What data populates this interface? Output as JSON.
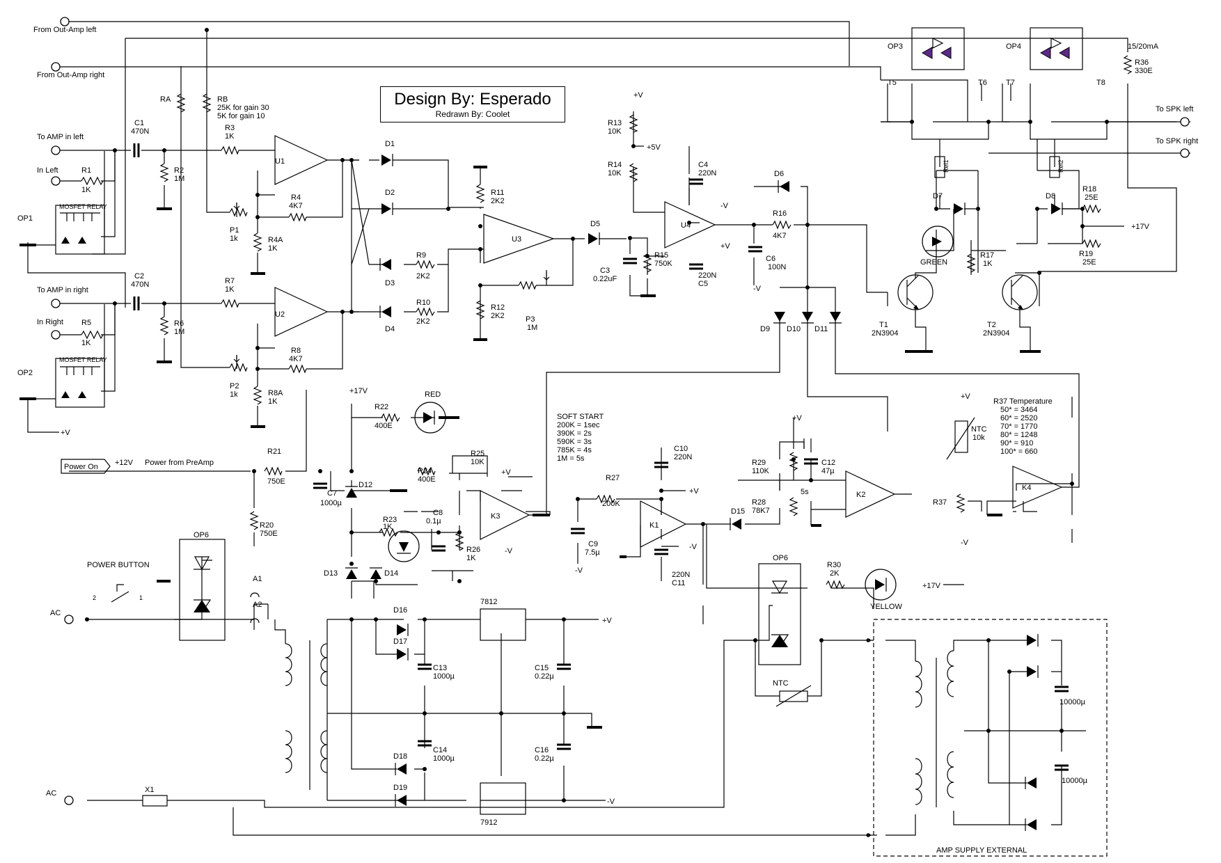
{
  "title": {
    "main": "Design By: Esperado",
    "sub": "Redrawn By: Coolet"
  },
  "io": {
    "out_amp_left": "From Out-Amp left",
    "out_amp_right": "From Out-Amp right",
    "to_amp_left": "To AMP in left",
    "in_left": "In Left",
    "to_amp_right": "To AMP in right",
    "in_right": "In Right",
    "spk_left": "To SPK left",
    "spk_right": "To SPK right",
    "power_on": "Power On",
    "power_from_preamp": "Power from PreAmp",
    "plus12": "+12V",
    "ac_top": "AC",
    "ac_bottom": "AC",
    "power_button": "POWER BUTTON",
    "amp_supply": "AMP SUPPLY EXTERNAL",
    "current": "15/20mA"
  },
  "rails": {
    "pv": "+V",
    "nv": "-V",
    "p17": "+17V",
    "p5": "+5V"
  },
  "components": {
    "C1": {
      "ref": "C1",
      "val": "470N"
    },
    "C2": {
      "ref": "C2",
      "val": "470N"
    },
    "R1": {
      "ref": "R1",
      "val": "1K"
    },
    "R2": {
      "ref": "R2",
      "val": "1M"
    },
    "R3": {
      "ref": "R3",
      "val": "1K"
    },
    "R4": {
      "ref": "R4",
      "val": "4K7"
    },
    "R4A": {
      "ref": "R4A",
      "val": "1K"
    },
    "R5": {
      "ref": "R5",
      "val": "1K"
    },
    "R6": {
      "ref": "R6",
      "val": "1M"
    },
    "R7": {
      "ref": "R7",
      "val": "1K"
    },
    "R8": {
      "ref": "R8",
      "val": "4K7"
    },
    "R8A": {
      "ref": "R8A",
      "val": "1K"
    },
    "P1": {
      "ref": "P1",
      "val": "1k"
    },
    "P2": {
      "ref": "P2",
      "val": "1k"
    },
    "RA": "RA",
    "RB": {
      "ref": "RB",
      "val1": "25K for gain 30",
      "val2": "5K for gain 10"
    },
    "R9": {
      "ref": "R9",
      "val": "2K2"
    },
    "R10": {
      "ref": "R10",
      "val": "2K2"
    },
    "R11": {
      "ref": "R11",
      "val": "2K2"
    },
    "R12": {
      "ref": "R12",
      "val": "2K2"
    },
    "P3": {
      "ref": "P3",
      "val": "1M"
    },
    "R13": {
      "ref": "R13",
      "val": "10K"
    },
    "R14": {
      "ref": "R14",
      "val": "10K"
    },
    "R15": {
      "ref": "R15",
      "val": "750K"
    },
    "C3": {
      "ref": "C3",
      "val": "0.22uF"
    },
    "C4": {
      "ref": "C4",
      "val": "220N"
    },
    "C5": {
      "ref": "C5",
      "val": "220N"
    },
    "C6": {
      "ref": "C6",
      "val": "100N"
    },
    "R16": {
      "ref": "R16",
      "val": "4K7"
    },
    "R17": {
      "ref": "R17",
      "val": "1K"
    },
    "R18": {
      "ref": "R18",
      "val": "25E"
    },
    "R19": {
      "ref": "R19",
      "val": "25E"
    },
    "R36": {
      "ref": "R36",
      "val": "330E"
    },
    "T1": {
      "ref": "T1",
      "val": "2N3904"
    },
    "T2": {
      "ref": "T2",
      "val": "2N3904"
    },
    "R20": {
      "ref": "R20",
      "val": "750E"
    },
    "R21": {
      "ref": "R21",
      "val": "750E"
    },
    "R22": {
      "ref": "R22",
      "val": "400E"
    },
    "R23": {
      "ref": "R23",
      "val": "1K"
    },
    "R24": {
      "ref": "R24",
      "val": "400E"
    },
    "R25": {
      "ref": "R25",
      "val": "10K"
    },
    "R26": {
      "ref": "R26",
      "val": "1K"
    },
    "C7": {
      "ref": "C7",
      "val": "1000µ"
    },
    "C8": {
      "ref": "C8",
      "val": "0.1µ"
    },
    "R27": {
      "ref": "R27",
      "val": "200K"
    },
    "C9": {
      "ref": "C9",
      "val": "7.5µ"
    },
    "C10": {
      "ref": "C10",
      "val": "220N"
    },
    "C11": {
      "ref": "C11",
      "val": "220N"
    },
    "R28": {
      "ref": "R28",
      "val": "78K7"
    },
    "R29": {
      "ref": "R29",
      "val": "110K"
    },
    "C12": {
      "ref": "C12",
      "val": "47µ"
    },
    "R30": {
      "ref": "R30",
      "val": "2K"
    },
    "R37": "R37",
    "NTC1": {
      "ref": "NTC",
      "val": "10k"
    },
    "NTC2": "NTC",
    "C13": {
      "ref": "C13",
      "val": "1000µ"
    },
    "C14": {
      "ref": "C14",
      "val": "1000µ"
    },
    "C15": {
      "ref": "C15",
      "val": "0.22µ"
    },
    "C16": {
      "ref": "C16",
      "val": "0.22µ"
    },
    "BIGC1": "10000µ",
    "BIGC2": "10000µ",
    "X1": "X1",
    "A1": "A1",
    "A2": "A2",
    "REG1": "7812",
    "REG2": "7912"
  },
  "refs": {
    "U1": "U1",
    "U2": "U2",
    "U3": "U3",
    "U4": "U4",
    "K1": "K1",
    "K2": "K2",
    "K3": "K3",
    "K4": "K4",
    "D1": "D1",
    "D2": "D2",
    "D3": "D3",
    "D4": "D4",
    "D5": "D5",
    "D6": "D6",
    "D7": "D7",
    "D8": "D8",
    "D9": "D9",
    "D10": "D10",
    "D11": "D11",
    "D12": "D12",
    "D13": "D13",
    "D14": "D14",
    "D15": "D15",
    "D16": "D16",
    "D17": "D17",
    "D18": "D18",
    "D19": "D19",
    "OP1": "OP1",
    "OP2": "OP2",
    "OP3": "OP3",
    "OP4": "OP4",
    "OP6a": "OP6",
    "OP6b": "OP6",
    "T5": "T5",
    "T6": "T6",
    "T7": "T7",
    "T8": "T8",
    "Rel1": "Rel1",
    "Rel2": "Rel2",
    "mosfet_relay": "MOSFET RELAY",
    "red": "RED",
    "green": "GREEN",
    "yellow": "YELLOW",
    "pin1": "1",
    "pin2": "2",
    "tap5s": "5s"
  },
  "soft_start": {
    "title": "SOFT START",
    "lines": [
      "200K = 1sec",
      "390K = 2s",
      "590K = 3s",
      "785K = 4s",
      "1M = 5s"
    ]
  },
  "temperature": {
    "title": "R37 Temperature",
    "lines": [
      "50* = 3464",
      "60* = 2520",
      "70* = 1770",
      "80* = 1248",
      "90* = 910",
      "100* = 660"
    ]
  }
}
